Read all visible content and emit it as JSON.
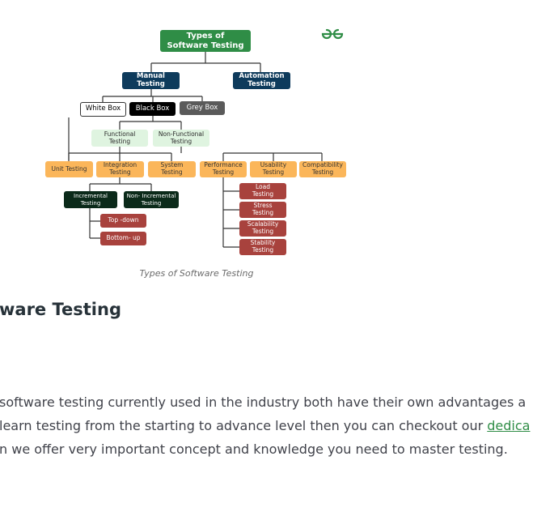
{
  "diagram": {
    "nodes": {
      "root": "Types of\nSoftware Testing",
      "manual": "Manual\nTesting",
      "automation": "Automation\nTesting",
      "white_box": "White Box",
      "black_box": "Black Box",
      "grey_box": "Grey Box",
      "functional": "Functional\nTesting",
      "non_functional": "Non-Functional\nTesting",
      "unit": "Unit Testing",
      "integration": "Integration\nTesting",
      "system": "System\nTesting",
      "performance": "Performance\nTesting",
      "usability": "Usability\nTesting",
      "compatibility": "Compatibility\nTesting",
      "incremental": "Incremental\nTesting",
      "non_incremental": "Non- Incremental\nTesting",
      "top_down": "Top -down",
      "bottom_up": "Bottom- up",
      "load": "Load\nTesting",
      "stress": "Stress\nTesting",
      "scalability": "Scalability\nTesting",
      "stability": "Stability\nTesting"
    },
    "colors": {
      "root": "#2f8d46",
      "primary": "#0e3b5c",
      "black": "#000000",
      "grey": "#5a5a5a",
      "light_green": "#dff4e0",
      "orange": "#fbb65a",
      "dark_green": "#0b2a1a",
      "red": "#a8423d",
      "line": "#333333"
    }
  },
  "caption": "Types of Software Testing",
  "heading": "ware Testing",
  "paragraph": {
    "line1": " software testing currently used in the industry both have their own advantages a",
    "line2_text": " learn testing from the starting to advance level then you can checkout our ",
    "line2_link": "dedica",
    "line3": "n we offer very important concept and knowledge you need to master testing."
  },
  "logo": {
    "icon": "geeksforgeeks-logo-icon",
    "color": "#2f8d46"
  }
}
